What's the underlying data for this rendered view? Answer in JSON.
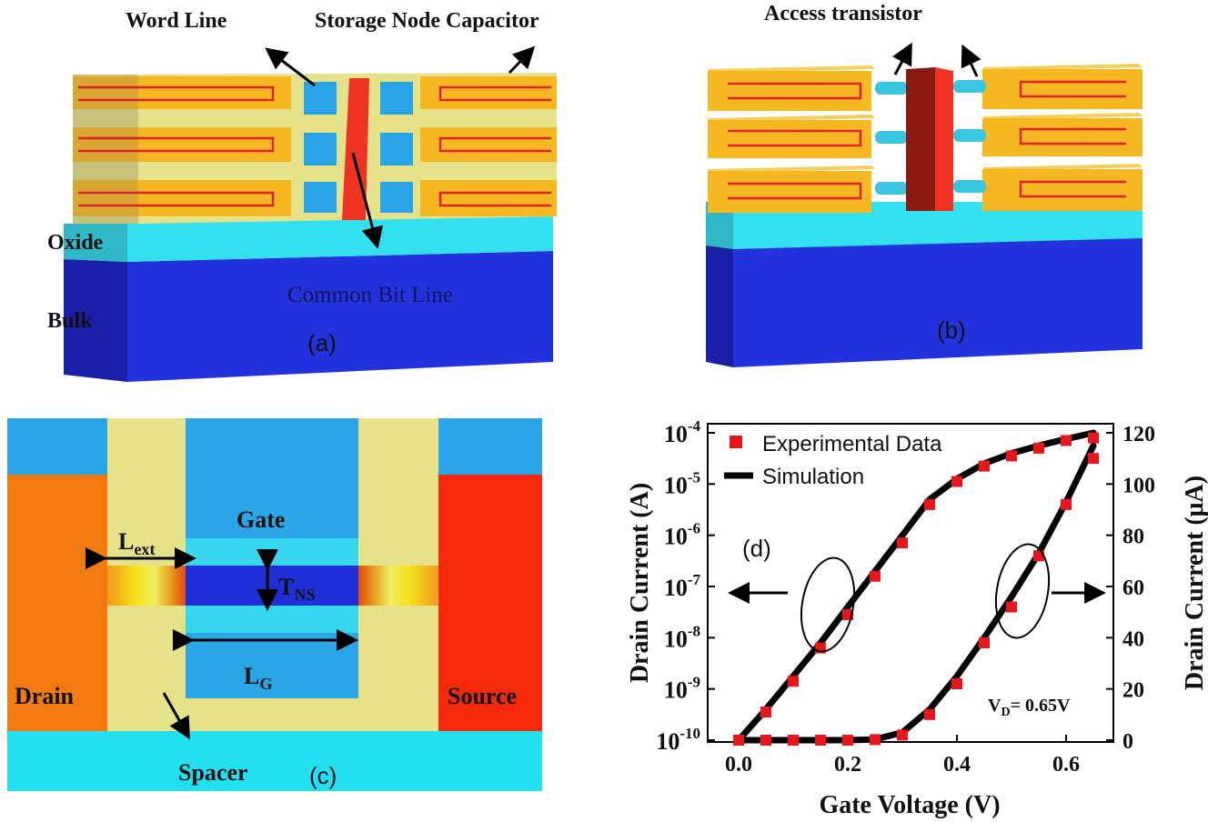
{
  "panel_a": {
    "word_line": "Word Line",
    "storage_node": "Storage Node Capacitor",
    "oxide": "Oxide",
    "bulk": "Bulk",
    "common_bit_line": "Common Bit Line",
    "tag": "(a)"
  },
  "panel_b": {
    "access_transistor": "Access transistor",
    "tag": "(b)"
  },
  "panel_c": {
    "gate": "Gate",
    "drain": "Drain",
    "source": "Source",
    "spacer": "Spacer",
    "l_ext_main": "L",
    "l_ext_sub": "ext",
    "t_ns_main": "T",
    "t_ns_sub": "NS",
    "l_g_main": "L",
    "l_g_sub": "G",
    "tag": "(c)"
  },
  "chart_data": {
    "type": "line",
    "panel_tag": "(d)",
    "xlabel": "Gate Voltage (V)",
    "ylabel_left": "Drain Current (A)",
    "ylabel_right": "Drain Current (μA)",
    "annotation_vd_main": "V",
    "annotation_vd_sub": "D",
    "annotation_vd_value": "= 0.65V",
    "xlim": [
      -0.04,
      0.7
    ],
    "xticks": [
      0.0,
      0.2,
      0.4,
      0.6
    ],
    "xtick_labels": [
      "0.0",
      "0.2",
      "0.4",
      "0.6"
    ],
    "y_left_scale": "log",
    "y_left_exponents": [
      -10,
      -9,
      -8,
      -7,
      -6,
      -5,
      -4
    ],
    "y_left_tick_base": "10",
    "y_right_lim": [
      0,
      120
    ],
    "y_right_ticks": [
      0,
      20,
      40,
      60,
      80,
      100,
      120
    ],
    "legend": {
      "placement": "top-left",
      "entries": [
        "Experimental Data",
        "Simulation"
      ]
    },
    "series": [
      {
        "name": "Simulation",
        "axis": "left-log",
        "style": "line",
        "color": "#000000",
        "x": [
          0.0,
          0.05,
          0.1,
          0.15,
          0.2,
          0.25,
          0.3,
          0.35,
          0.4,
          0.45,
          0.5,
          0.55,
          0.6,
          0.65
        ],
        "exp": [
          -10.0,
          -9.4,
          -8.75,
          -8.1,
          -7.4,
          -6.7,
          -6.0,
          -5.3,
          -4.9,
          -4.6,
          -4.4,
          -4.25,
          -4.12,
          -4.0
        ]
      },
      {
        "name": "Experimental Data",
        "axis": "left-log",
        "style": "marker",
        "color": "#e8161b",
        "x": [
          0.0,
          0.05,
          0.1,
          0.15,
          0.2,
          0.25,
          0.3,
          0.35,
          0.4,
          0.45,
          0.5,
          0.55,
          0.6,
          0.65
        ],
        "exp": [
          -10.0,
          -9.45,
          -8.85,
          -8.2,
          -7.55,
          -6.8,
          -6.15,
          -5.4,
          -4.95,
          -4.65,
          -4.45,
          -4.3,
          -4.15,
          -4.1
        ]
      },
      {
        "name": "Simulation",
        "axis": "right-linear",
        "style": "line",
        "color": "#000000",
        "x": [
          0.0,
          0.05,
          0.1,
          0.15,
          0.2,
          0.25,
          0.3,
          0.35,
          0.4,
          0.45,
          0.5,
          0.55,
          0.6,
          0.65
        ],
        "y": [
          0,
          0,
          0,
          0,
          0,
          0.3,
          3,
          12,
          25,
          40,
          56,
          73,
          93,
          115
        ]
      },
      {
        "name": "Experimental Data",
        "axis": "right-linear",
        "style": "marker",
        "color": "#e8161b",
        "x": [
          0.0,
          0.05,
          0.1,
          0.15,
          0.2,
          0.25,
          0.3,
          0.35,
          0.4,
          0.45,
          0.5,
          0.55,
          0.6,
          0.65
        ],
        "y": [
          0,
          0,
          0,
          0,
          0,
          0.2,
          2,
          10,
          22,
          38,
          52,
          72,
          92,
          110
        ]
      }
    ]
  }
}
